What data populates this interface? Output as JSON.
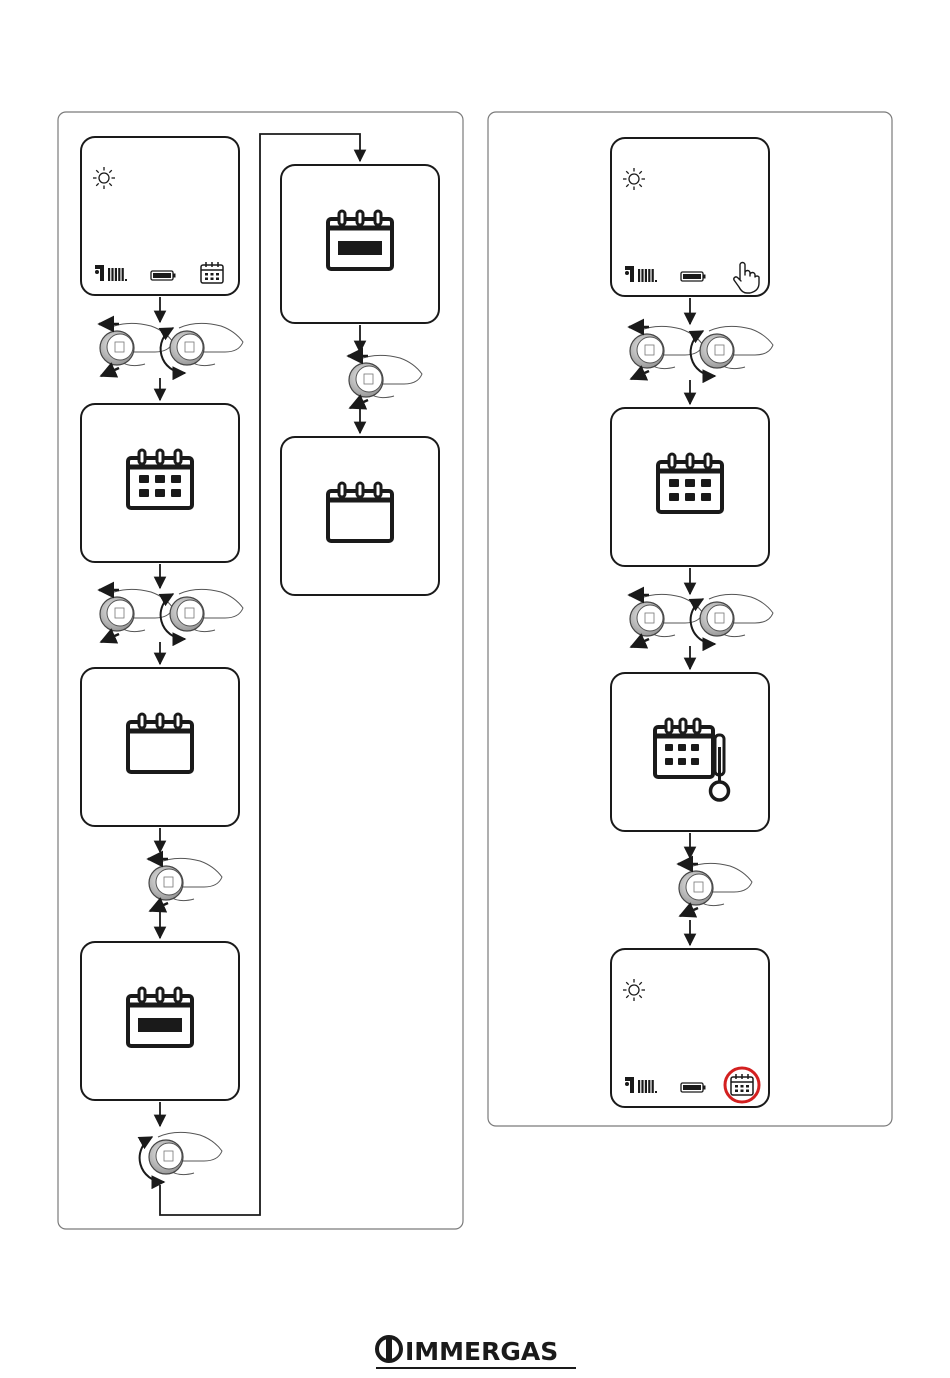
{
  "brand": {
    "name": "IMMERGAS",
    "accent_color": "#d32020"
  },
  "left_panel": {
    "screens": [
      {
        "id": "L1",
        "icons": [
          "sun-icon",
          "heating-icon",
          "battery-icon",
          "calendar-small-icon"
        ]
      },
      {
        "id": "L2",
        "icons": [
          "calendar-grid-icon"
        ]
      },
      {
        "id": "L3",
        "icons": [
          "calendar-empty-icon"
        ]
      },
      {
        "id": "L4",
        "icons": [
          "calendar-bar-icon"
        ]
      },
      {
        "id": "L5",
        "icons": [
          "calendar-bar-icon"
        ]
      },
      {
        "id": "L6",
        "icons": [
          "calendar-empty-icon"
        ]
      }
    ],
    "gestures": [
      "push-and-turn",
      "push-and-turn",
      "push",
      "turn",
      "push"
    ]
  },
  "right_panel": {
    "screens": [
      {
        "id": "R1",
        "icons": [
          "sun-icon",
          "heating-icon",
          "battery-icon",
          "hand-pointer-icon"
        ]
      },
      {
        "id": "R2",
        "icons": [
          "calendar-grid-icon"
        ]
      },
      {
        "id": "R3",
        "icons": [
          "calendar-thermometer-icon"
        ]
      },
      {
        "id": "R4",
        "icons": [
          "sun-icon",
          "heating-icon",
          "battery-icon",
          "calendar-small-icon"
        ],
        "highlight": "calendar-small-icon"
      }
    ],
    "gestures": [
      "push-and-turn",
      "push-and-turn",
      "push"
    ]
  }
}
